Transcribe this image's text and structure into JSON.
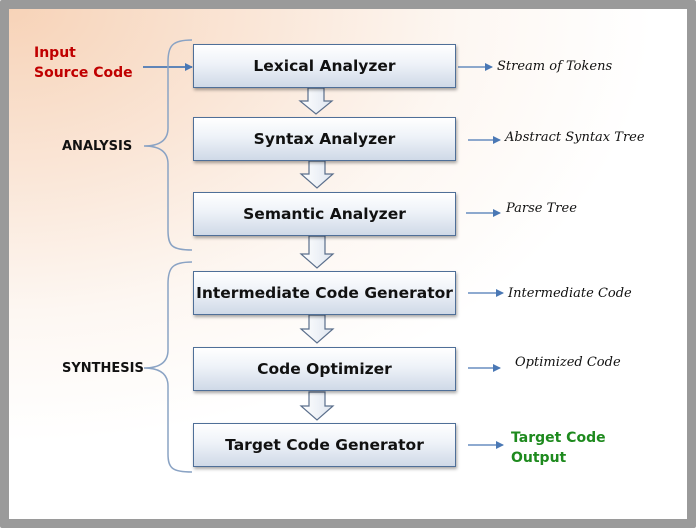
{
  "input": {
    "line1": "Input",
    "line2": "Source Code"
  },
  "groups": {
    "analysis": "ANALYSIS",
    "synthesis": "SYNTHESIS"
  },
  "phases": [
    {
      "label": "Lexical Analyzer",
      "output": "Stream of Tokens"
    },
    {
      "label": "Syntax Analyzer",
      "output": "Abstract Syntax Tree"
    },
    {
      "label": "Semantic Analyzer",
      "output": "Parse Tree"
    },
    {
      "label": "Intermediate Code Generator",
      "output": "Intermediate Code"
    },
    {
      "label": "Code Optimizer",
      "output": "Optimized Code"
    },
    {
      "label": "Target Code Generator",
      "output": ""
    }
  ],
  "final_output": {
    "line1": "Target Code",
    "line2": "Output"
  },
  "colors": {
    "input_text": "#c00000",
    "output_text": "#1e8a1e",
    "arrow": "#4a78b5",
    "box_border": "#4f6f98"
  }
}
